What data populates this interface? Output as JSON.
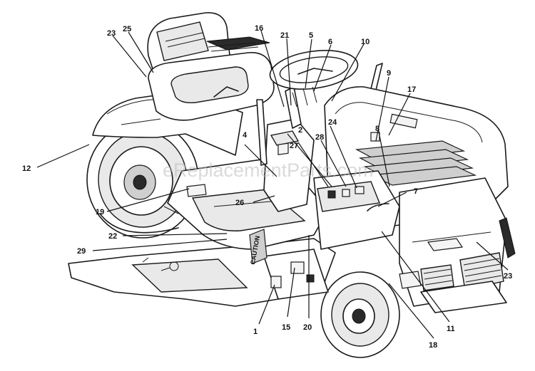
{
  "watermark": "eReplacementParts.com",
  "decal_text": "CAUTION",
  "callouts": [
    {
      "id": "23a",
      "label": "23"
    },
    {
      "id": "25",
      "label": "25"
    },
    {
      "id": "16",
      "label": "16"
    },
    {
      "id": "21",
      "label": "21"
    },
    {
      "id": "5",
      "label": "5"
    },
    {
      "id": "6",
      "label": "6"
    },
    {
      "id": "10",
      "label": "10"
    },
    {
      "id": "9",
      "label": "9"
    },
    {
      "id": "17",
      "label": "17"
    },
    {
      "id": "2",
      "label": "2"
    },
    {
      "id": "24",
      "label": "24"
    },
    {
      "id": "28",
      "label": "28"
    },
    {
      "id": "8",
      "label": "8"
    },
    {
      "id": "4",
      "label": "4"
    },
    {
      "id": "27",
      "label": "27"
    },
    {
      "id": "12",
      "label": "12"
    },
    {
      "id": "7",
      "label": "7"
    },
    {
      "id": "26",
      "label": "26"
    },
    {
      "id": "19",
      "label": "19"
    },
    {
      "id": "22",
      "label": "22"
    },
    {
      "id": "29",
      "label": "29"
    },
    {
      "id": "23b",
      "label": "23"
    },
    {
      "id": "1",
      "label": "1"
    },
    {
      "id": "15",
      "label": "15"
    },
    {
      "id": "20",
      "label": "20"
    },
    {
      "id": "11",
      "label": "11"
    },
    {
      "id": "18",
      "label": "18"
    }
  ]
}
